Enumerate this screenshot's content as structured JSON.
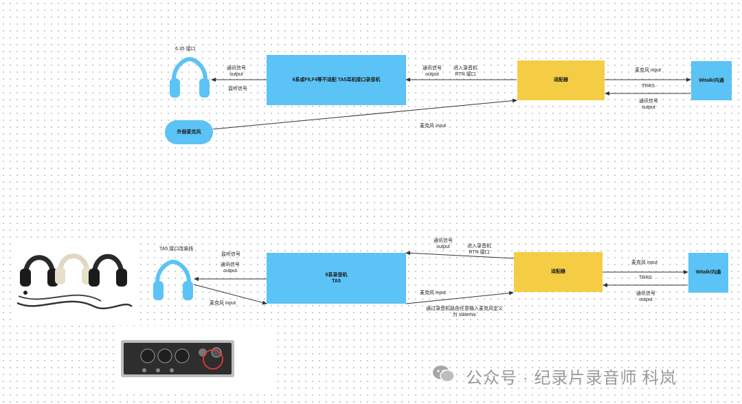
{
  "top": {
    "jack_label": "6.35 接口",
    "recorder_box": "6系或F8,F4等不适配 TA5耳机接口录音机",
    "adapter_box": "适配器",
    "witalk_box": "Witalk/内通",
    "ext_mic_box": "外部麦克风",
    "label_comm_output": [
      "通讯信号",
      "output"
    ],
    "label_monitor": "监听信号",
    "label_into_recorder": [
      "通讯信号",
      "output"
    ],
    "label_rtn": [
      "进入录音机",
      "RTN 接口"
    ],
    "label_mic_input_right": "麦克风 input",
    "label_trrs": "TRRS",
    "label_comm_output_right": [
      "通讯信号",
      "output"
    ],
    "label_mic_input_mid": "麦克风 input"
  },
  "bottom": {
    "ta5_label": "TA5 接口改装线",
    "recorder_box": [
      "8系录音机",
      "TA5"
    ],
    "adapter_box": "适配器",
    "witalk_box": "Witalk/内通",
    "label_monitor": "监听信号",
    "label_comm_output": [
      "通讯信号",
      "output"
    ],
    "label_mic_input_left": "麦克风 input",
    "label_into_recorder": [
      "通讯信号",
      "output"
    ],
    "label_rtn": [
      "进入录音机",
      "RTN 接口"
    ],
    "label_mic_input_mid": "麦克风 input",
    "label_routing": [
      "通过录音机路由任意输入麦克风定义",
      "为 slatemic"
    ],
    "label_mic_input_right": "麦克风 input",
    "label_trrs": "TRRS",
    "label_comm_output_right": [
      "通讯信号",
      "output"
    ]
  },
  "watermark": "公众号 · 纪录片录音师 科岚",
  "icons": [
    "headphones-icon",
    "wechat-icon"
  ],
  "colors": {
    "blue": "#5bc3f5",
    "yellow": "#f4cd45",
    "line": "#333333"
  }
}
